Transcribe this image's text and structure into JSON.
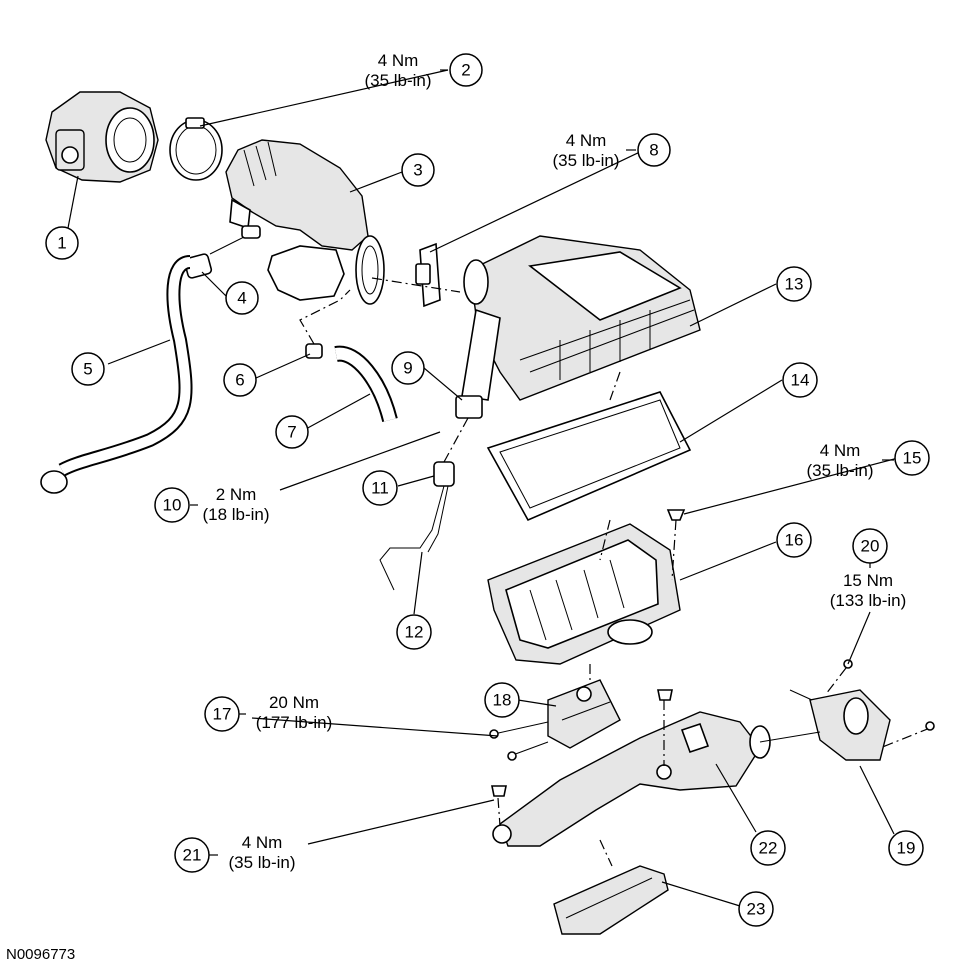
{
  "figure_id": "N0096773",
  "callouts": [
    {
      "number": "1"
    },
    {
      "number": "2"
    },
    {
      "number": "3"
    },
    {
      "number": "4"
    },
    {
      "number": "5"
    },
    {
      "number": "6"
    },
    {
      "number": "7"
    },
    {
      "number": "8"
    },
    {
      "number": "9"
    },
    {
      "number": "10"
    },
    {
      "number": "11"
    },
    {
      "number": "12"
    },
    {
      "number": "13"
    },
    {
      "number": "14"
    },
    {
      "number": "15"
    },
    {
      "number": "16"
    },
    {
      "number": "17"
    },
    {
      "number": "18"
    },
    {
      "number": "19"
    },
    {
      "number": "20"
    },
    {
      "number": "21"
    },
    {
      "number": "22"
    },
    {
      "number": "23"
    }
  ],
  "torque_specs": [
    {
      "callout": "2",
      "metric": "4 Nm",
      "imperial": "(35 lb-in)"
    },
    {
      "callout": "8",
      "metric": "4 Nm",
      "imperial": "(35 lb-in)"
    },
    {
      "callout": "10",
      "metric": "2 Nm",
      "imperial": "(18 lb-in)"
    },
    {
      "callout": "15",
      "metric": "4 Nm",
      "imperial": "(35 lb-in)"
    },
    {
      "callout": "20",
      "metric": "15 Nm",
      "imperial": "(133 lb-in)"
    },
    {
      "callout": "17",
      "metric": "20 Nm",
      "imperial": "(177 lb-in)"
    },
    {
      "callout": "21",
      "metric": "4 Nm",
      "imperial": "(35 lb-in)"
    }
  ]
}
